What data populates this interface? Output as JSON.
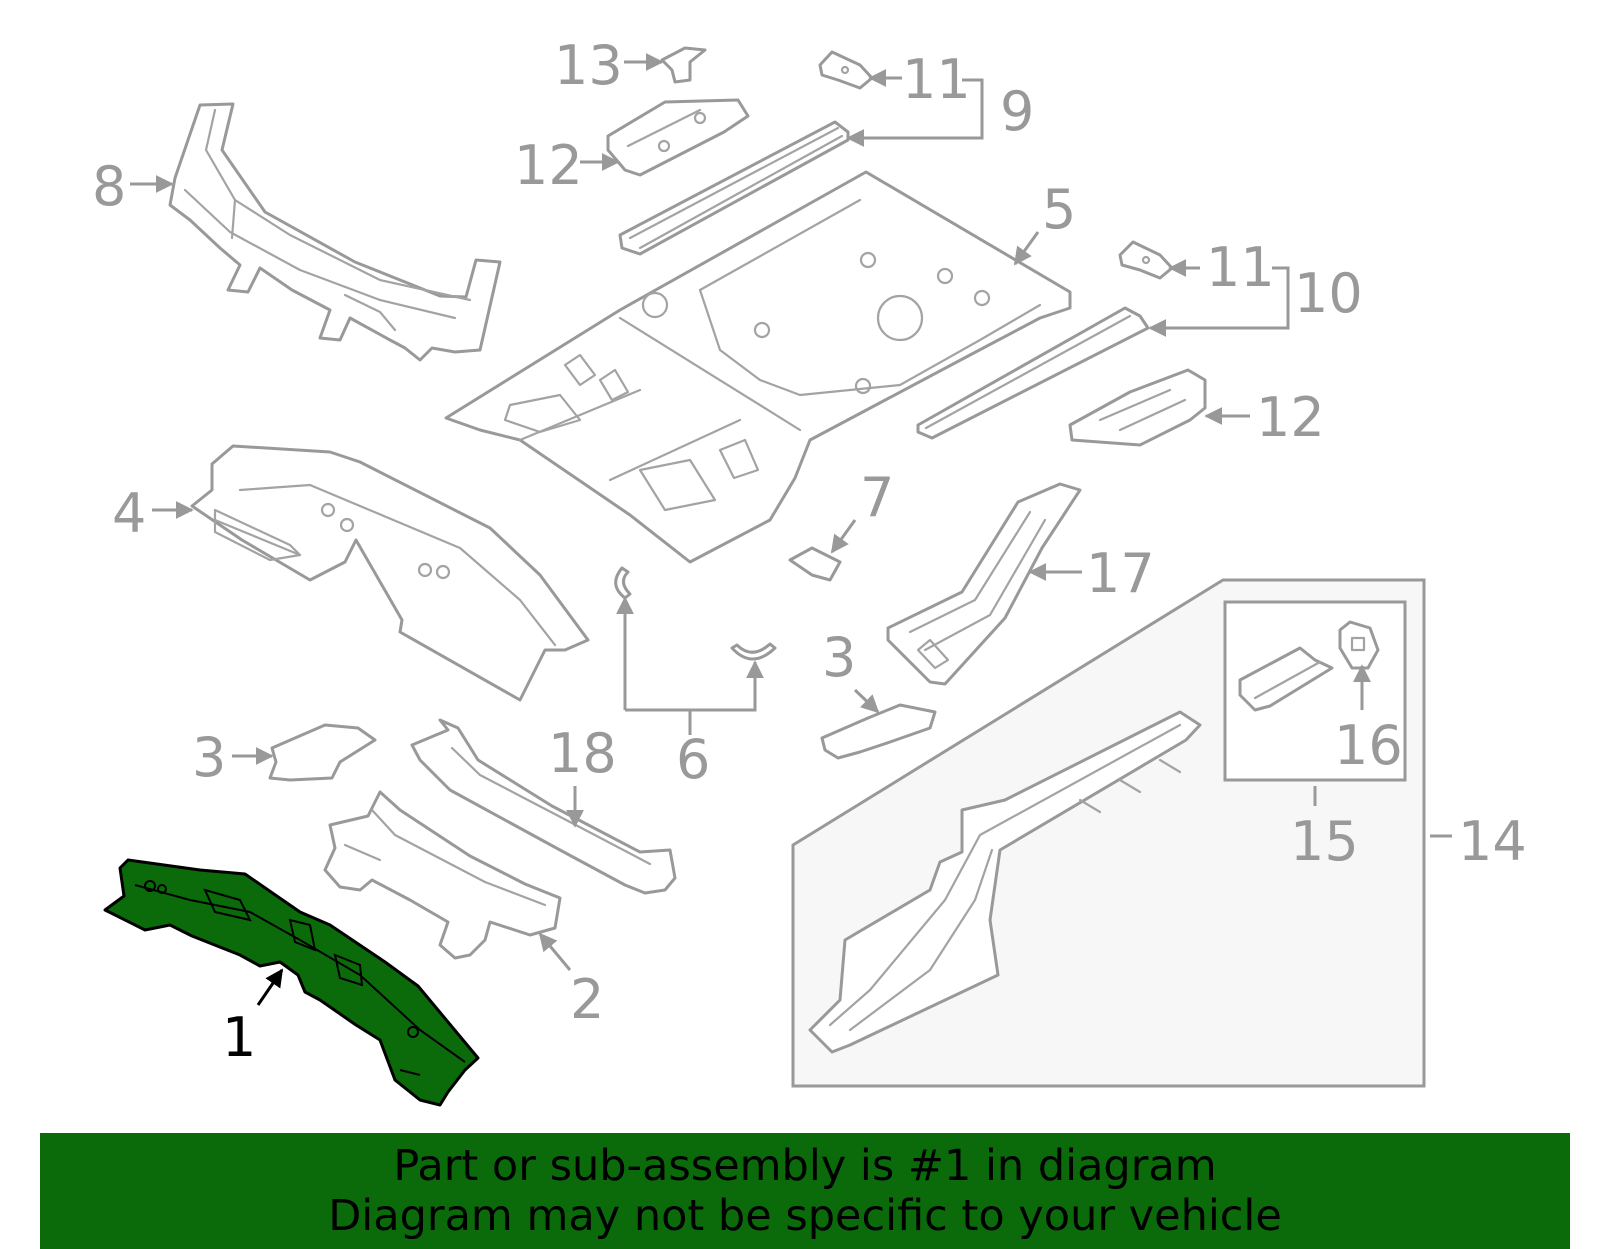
{
  "highlight_color": "#0b6b0b",
  "banner": {
    "line1": "Part or sub-assembly is #1 in diagram",
    "line2": "Diagram may not be specific to your vehicle"
  },
  "callouts": [
    {
      "id": "c1",
      "label": "1",
      "highlighted": true
    },
    {
      "id": "c2",
      "label": "2"
    },
    {
      "id": "c3a",
      "label": "3"
    },
    {
      "id": "c3b",
      "label": "3"
    },
    {
      "id": "c4",
      "label": "4"
    },
    {
      "id": "c5",
      "label": "5"
    },
    {
      "id": "c6",
      "label": "6"
    },
    {
      "id": "c7",
      "label": "7"
    },
    {
      "id": "c8",
      "label": "8"
    },
    {
      "id": "c9",
      "label": "9"
    },
    {
      "id": "c10",
      "label": "10"
    },
    {
      "id": "c11a",
      "label": "11"
    },
    {
      "id": "c11b",
      "label": "11"
    },
    {
      "id": "c12a",
      "label": "12"
    },
    {
      "id": "c12b",
      "label": "12"
    },
    {
      "id": "c13",
      "label": "13"
    },
    {
      "id": "c14",
      "label": "14"
    },
    {
      "id": "c15",
      "label": "15"
    },
    {
      "id": "c16",
      "label": "16"
    },
    {
      "id": "c17",
      "label": "17"
    },
    {
      "id": "c18",
      "label": "18"
    }
  ]
}
